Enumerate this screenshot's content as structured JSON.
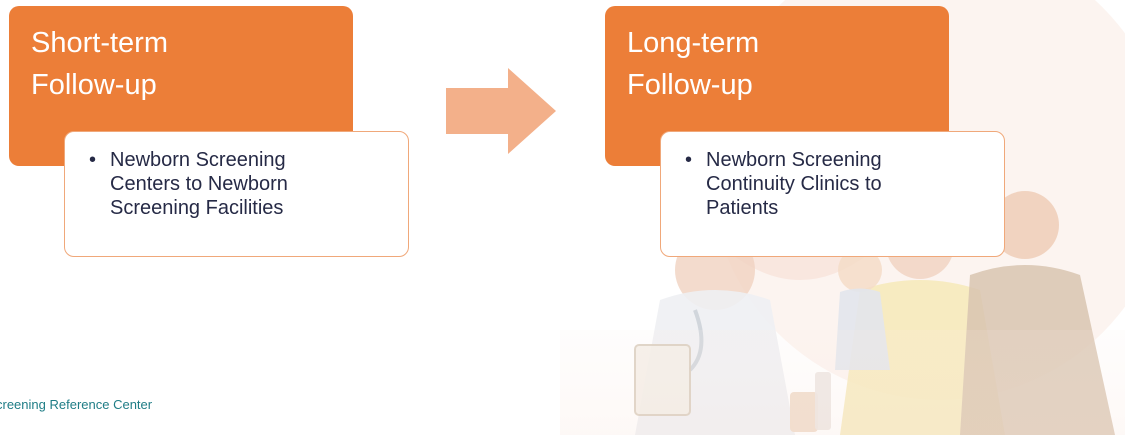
{
  "stages": [
    {
      "title_line1": "Short-term",
      "title_line2": "Follow-up",
      "detail_lines": [
        "Newborn Screening",
        "Centers to Newborn",
        "Screening Facilities"
      ]
    },
    {
      "title_line1": "Long-term",
      "title_line2": "Follow-up",
      "detail_lines": [
        "Newborn Screening",
        "Continuity Clinics to",
        "Patients"
      ]
    }
  ],
  "footer": {
    "text": "creening Reference Center"
  },
  "colors": {
    "stage_fill": "#ec7e38",
    "arrow_fill": "#f3b08a",
    "detail_border": "#f0a87a",
    "detail_text": "#262a46",
    "footer_text": "#1f7d86"
  },
  "icons": {
    "arrow": "right-arrow-icon",
    "bullet": "bullet-dot"
  },
  "background_illustration": "doctor-and-family-illustration"
}
